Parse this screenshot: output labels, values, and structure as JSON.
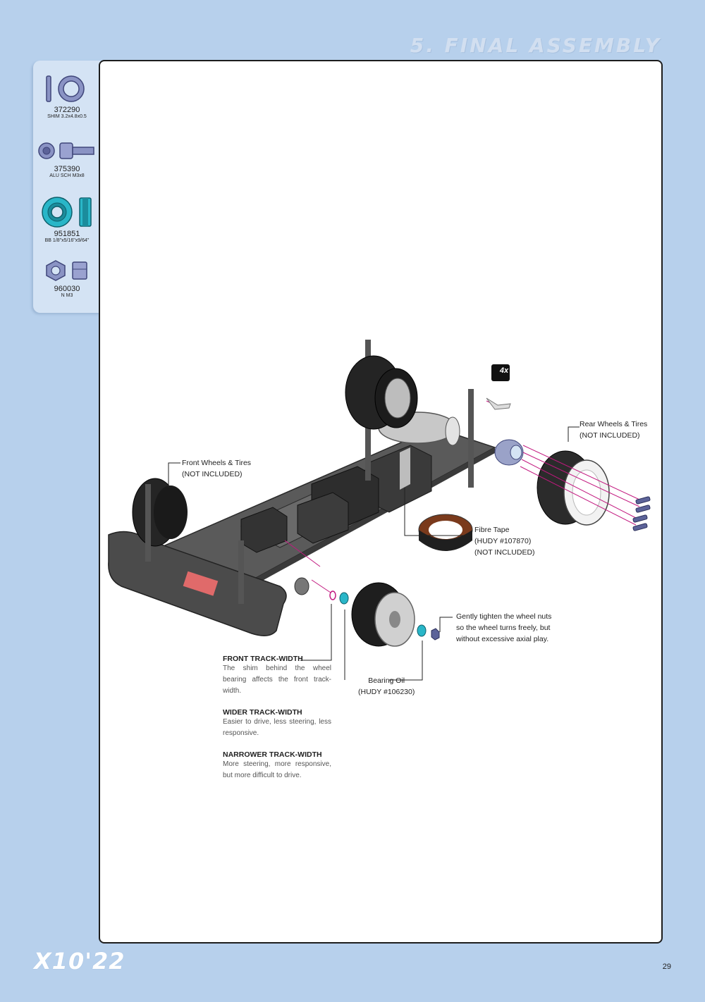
{
  "header": {
    "section_title": "5. FINAL ASSEMBLY"
  },
  "parts": [
    {
      "icon": "shim-icon",
      "code": "372290",
      "desc": "SHIM 3.2x4.8x0.5"
    },
    {
      "icon": "screw-icon",
      "code": "375390",
      "desc": "ALU SCH M3x8"
    },
    {
      "icon": "ball-bearing-icon",
      "code": "951851",
      "desc": "BB 1/8\"x5/16\"x9/64\""
    },
    {
      "icon": "nut-icon",
      "code": "960030",
      "desc": "N M3"
    }
  ],
  "diagram": {
    "qty_badge": "4x",
    "callouts": {
      "rear_wheels": [
        "Rear Wheels & Tires",
        "(NOT INCLUDED)"
      ],
      "front_wheels": [
        "Front Wheels & Tires",
        "(NOT INCLUDED)"
      ],
      "fibre_tape": [
        "Fibre Tape",
        "(HUDY #107870)",
        "(NOT INCLUDED)"
      ],
      "wheel_nuts": [
        "Gently tighten the wheel nuts",
        "so the wheel turns freely, but",
        "without excessive axial play."
      ],
      "bearing_oil": [
        "Bearing Oil",
        "(HUDY #106230)"
      ]
    }
  },
  "notes": [
    {
      "title": "FRONT TRACK-WIDTH",
      "body": "The shim behind the wheel bearing affects the front track-width."
    },
    {
      "title": "WIDER TRACK-WIDTH",
      "body": "Easier to drive, less steering, less responsive."
    },
    {
      "title": "NARROWER TRACK-WIDTH",
      "body": "More steering, more responsive, but more difficult to drive."
    }
  ],
  "footer": {
    "logo": "X10'22",
    "page_number": "29"
  },
  "colors": {
    "accent_magenta": "#c2187f",
    "bearing_cyan": "#29b6c8",
    "page_bg": "#b7d0ec"
  }
}
